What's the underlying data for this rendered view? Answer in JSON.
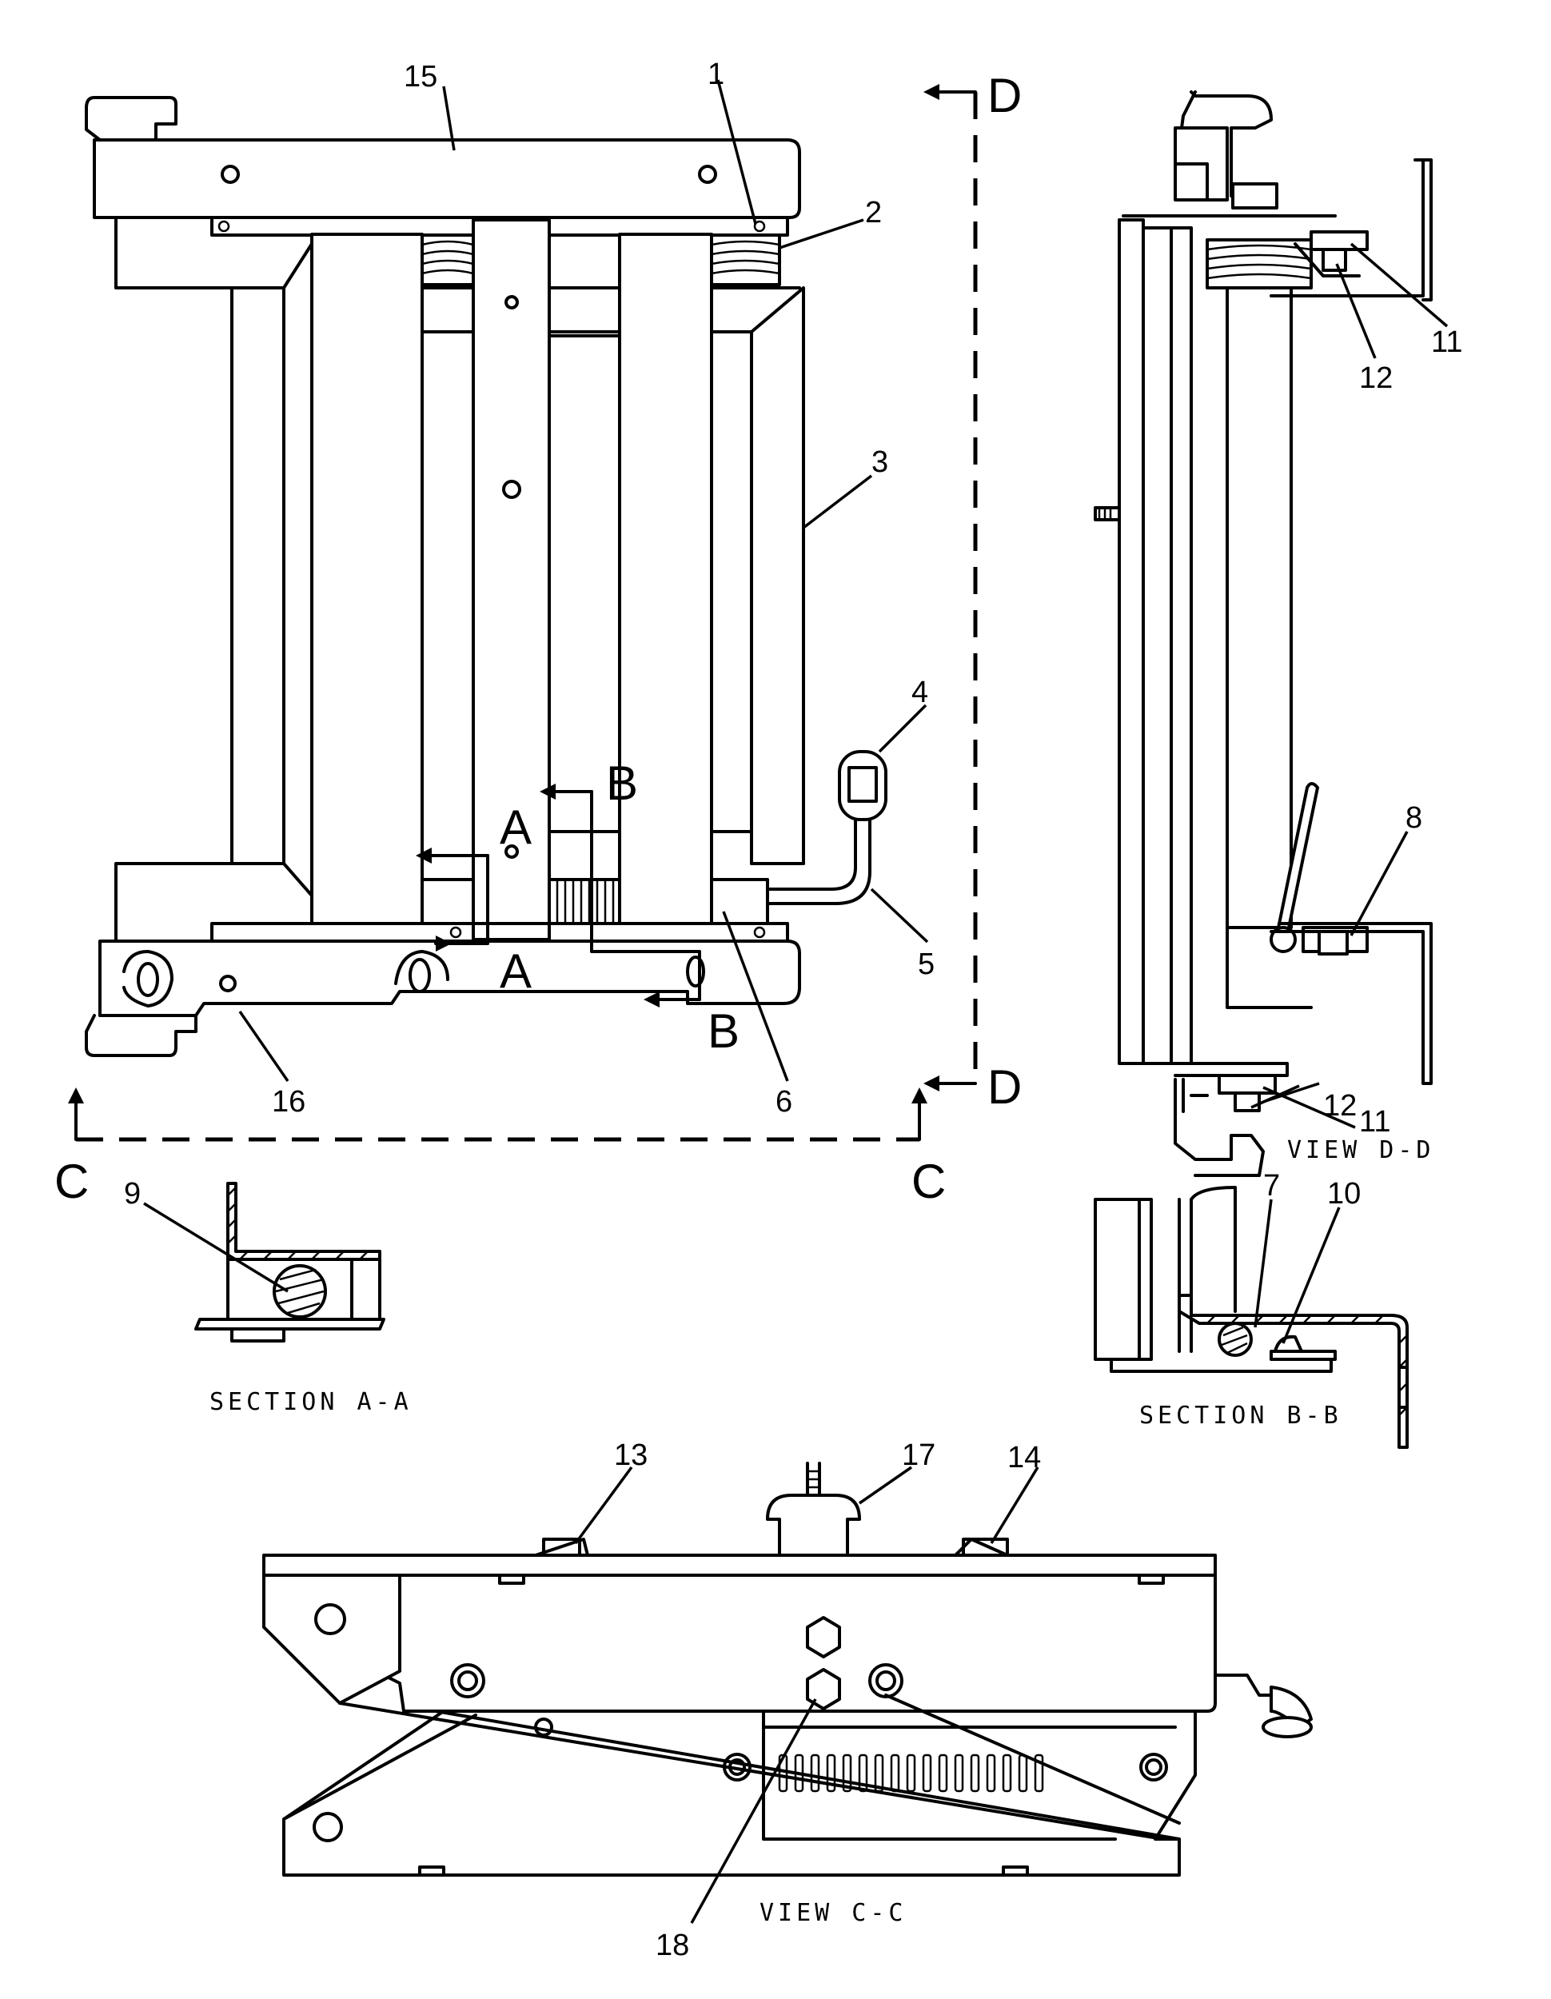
{
  "callouts": [
    "1",
    "2",
    "3",
    "4",
    "5",
    "6",
    "7",
    "8",
    "9",
    "10",
    "11",
    "12",
    "11",
    "12",
    "13",
    "14",
    "15",
    "16",
    "17",
    "18"
  ],
  "section_markers": {
    "a_top": "A",
    "a_bottom": "A",
    "b_top": "B",
    "b_bottom": "B",
    "c_left": "C",
    "c_right": "C",
    "d_top": "D",
    "d_bottom": "D"
  },
  "view_titles": {
    "view_dd": "VIEW D-D",
    "section_aa": "SECTION A-A",
    "section_bb": "SECTION B-B",
    "view_cc": "VIEW C-C"
  }
}
